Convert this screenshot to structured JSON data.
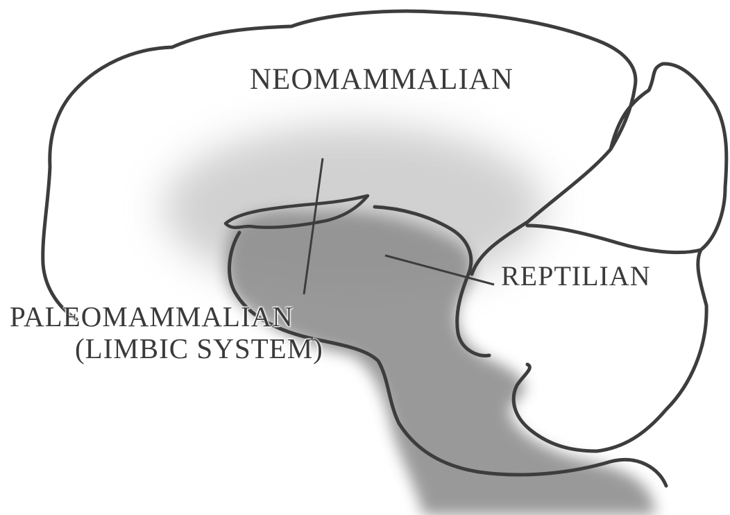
{
  "figure": {
    "labels": {
      "neomammalian": "NEOMAMMALIAN",
      "reptilian": "REPTILIAN",
      "paleomammalian": "PALEOMAMMALIAN",
      "limbic_system": "(LIMBIC SYSTEM)"
    },
    "colors": {
      "outline": "#3d3d3d",
      "limbic_shading": "#c9c9c9",
      "brainstem_shading": "#8f8f8f",
      "background": "#ffffff"
    }
  }
}
